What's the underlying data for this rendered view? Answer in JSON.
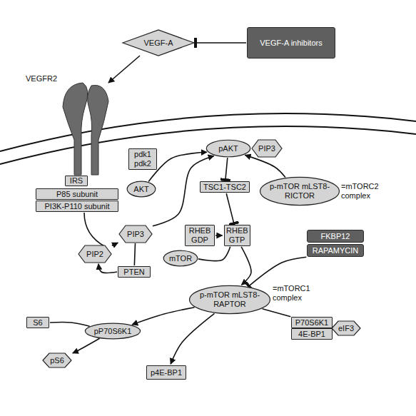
{
  "diagram": {
    "nodes": [
      {
        "text": [
          "VEGF-A"
        ]
      },
      {
        "text": [
          "VEGF-A inhibitors"
        ]
      },
      {
        "text": [
          "IRS"
        ]
      },
      {
        "text": [
          "P85 subunit"
        ]
      },
      {
        "text": [
          "PI3K-P110 subunit"
        ]
      },
      {
        "text": [
          "PIP2"
        ]
      },
      {
        "text": [
          "PIP3"
        ]
      },
      {
        "text": [
          "PTEN"
        ]
      },
      {
        "text": [
          "pdk1 pdk2"
        ]
      },
      {
        "text": [
          "AKT"
        ]
      },
      {
        "text": [
          "pAKT"
        ]
      },
      {
        "text": [
          "PIP3"
        ]
      },
      {
        "text": [
          "TSC1-TSC2"
        ]
      },
      {
        "text": [
          "p-mTOR mLST8-RICTOR"
        ]
      },
      {
        "text": [
          "RHEB GDP"
        ]
      },
      {
        "text": [
          "RHEB GTP"
        ]
      },
      {
        "text": [
          "mTOR"
        ]
      },
      {
        "text": [
          "FKBP12"
        ]
      },
      {
        "text": [
          "RAPAMYCIN"
        ]
      },
      {
        "text": [
          "p-mTOR mLST8-RAPTOR"
        ]
      },
      {
        "text": [
          "P70S6K1"
        ]
      },
      {
        "text": [
          "4E-BP1"
        ]
      },
      {
        "text": [
          "eIF3"
        ]
      },
      {
        "text": [
          "S6"
        ]
      },
      {
        "text": [
          "pP70S6K1"
        ]
      },
      {
        "text": [
          "pS6"
        ]
      },
      {
        "text": [
          "p4E-BP1"
        ]
      }
    ],
    "edges": [
      {
        "from": 1,
        "to": 0,
        "arrow": "to"
      },
      {
        "from": 5,
        "to": 6,
        "arrow": "to"
      },
      {
        "from": 6,
        "to": 7,
        "arrow": "none"
      },
      {
        "from": 7,
        "to": 5,
        "arrow": "to"
      },
      {
        "from": 6,
        "to": 10,
        "arrow": "to"
      },
      {
        "from": 9,
        "to": 10,
        "arrow": "to"
      },
      {
        "from": 10,
        "to": 12,
        "arrow": "to"
      },
      {
        "from": 12,
        "to": 15,
        "arrow": "to"
      },
      {
        "from": 14,
        "to": 15,
        "arrow": "to"
      },
      {
        "from": 16,
        "to": 15,
        "arrow": "none"
      },
      {
        "from": 15,
        "to": 19,
        "arrow": "to"
      },
      {
        "from": 13,
        "to": 10,
        "arrow": "to"
      },
      {
        "from": 18,
        "to": 19,
        "arrow": "to"
      },
      {
        "from": 19,
        "to": 24,
        "arrow": "to"
      },
      {
        "from": 19,
        "to": 26,
        "arrow": "to"
      },
      {
        "from": 20,
        "to": 19,
        "arrow": "none"
      },
      {
        "from": 23,
        "to": 24,
        "arrow": "none"
      },
      {
        "from": 24,
        "to": 25,
        "arrow": "to"
      }
    ],
    "labels": [
      "VEGFR2",
      "=mTORC2 complex",
      "=mTORC1 complex"
    ]
  }
}
